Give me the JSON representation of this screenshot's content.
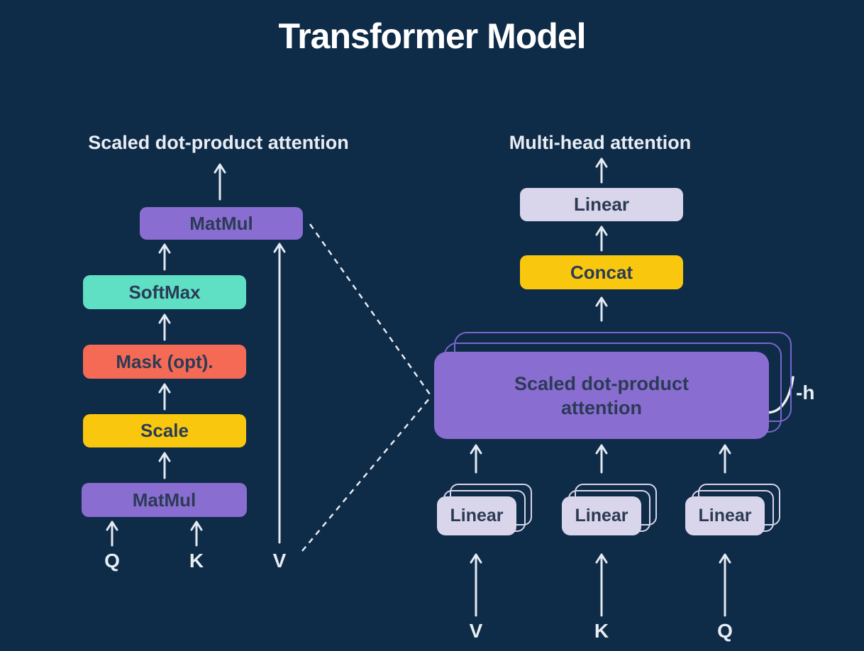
{
  "title": "Transformer Model",
  "left_diagram": {
    "heading": "Scaled dot-product attention",
    "matmul_top": "MatMul",
    "softmax": "SoftMax",
    "mask": "Mask (opt).",
    "scale": "Scale",
    "matmul_bottom": "MatMul",
    "input_q": "Q",
    "input_k": "K",
    "input_v": "V"
  },
  "right_diagram": {
    "heading": "Multi-head attention",
    "linear_out": "Linear",
    "concat": "Concat",
    "attention_block": "Scaled dot-product attention",
    "heads_label": "-h",
    "linear_stack_v": "Linear",
    "linear_stack_k": "Linear",
    "linear_stack_q": "Linear",
    "input_v": "V",
    "input_k": "K",
    "input_q": "Q"
  },
  "colors": {
    "background": "#0E2B48",
    "purple": "#8A6DD1",
    "purple_outline": "#7966D0",
    "teal": "#5FDFC3",
    "coral": "#F56A55",
    "yellow": "#F9C80E",
    "lavender": "#D9D5EA",
    "box_text": "#2B3B56",
    "light_text": "#E8EDF2",
    "title_text": "#FFFFFF"
  }
}
